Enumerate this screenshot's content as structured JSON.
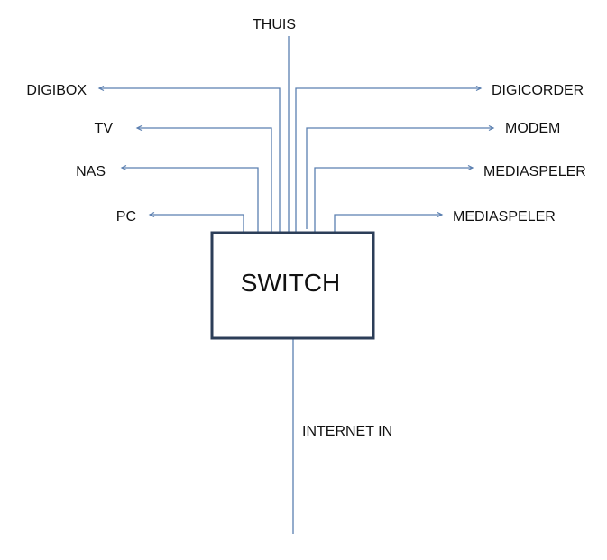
{
  "diagram": {
    "title": "Home network switch diagram",
    "switch_label": "SWITCH",
    "uplink_top": {
      "label": "THUIS"
    },
    "uplink_bottom": {
      "label": "INTERNET IN"
    },
    "left_devices": [
      {
        "id": "digibox",
        "label": "DIGIBOX"
      },
      {
        "id": "tv",
        "label": "TV"
      },
      {
        "id": "nas",
        "label": "NAS"
      },
      {
        "id": "pc",
        "label": "PC"
      }
    ],
    "right_devices": [
      {
        "id": "digicorder",
        "label": "DIGICORDER"
      },
      {
        "id": "modem",
        "label": "MODEM"
      },
      {
        "id": "mediaspeler1",
        "label": "MEDIASPELER"
      },
      {
        "id": "mediaspeler2",
        "label": "MEDIASPELER"
      }
    ],
    "colors": {
      "wire": "#5b7fb0",
      "box_border": "#2c3e58",
      "text": "#111111"
    }
  }
}
